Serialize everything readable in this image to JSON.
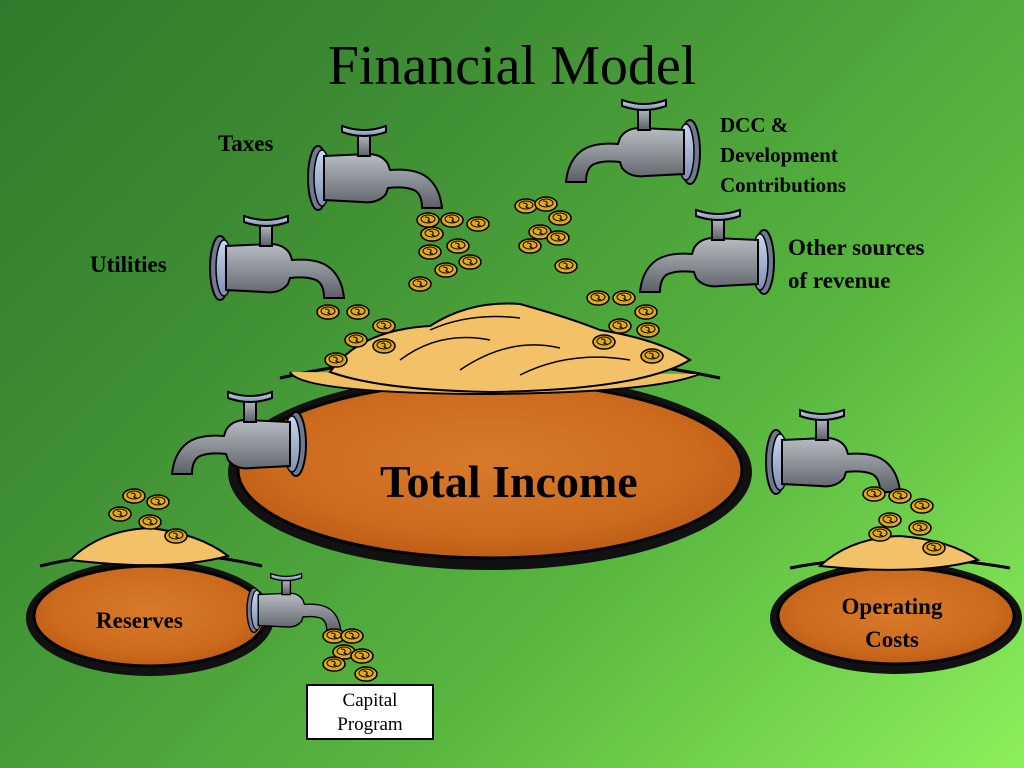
{
  "title": "Financial Model",
  "sources": {
    "taxes": "Taxes",
    "dcc": [
      "DCC &",
      "Development",
      "Contributions"
    ],
    "utilities": "Utilities",
    "other": [
      "Other sources",
      "of revenue"
    ]
  },
  "pots": {
    "total_income": "Total Income",
    "reserves": "Reserves",
    "operating_costs": [
      "Operating",
      "Costs"
    ]
  },
  "capital_program": [
    "Capital",
    "Program"
  ],
  "colors": {
    "background_dark": "#2f7a2c",
    "background_light": "#8cf05a",
    "pot_fill": "#d2691e",
    "coin": "#e0a915",
    "faucet": "#8a8f96"
  }
}
